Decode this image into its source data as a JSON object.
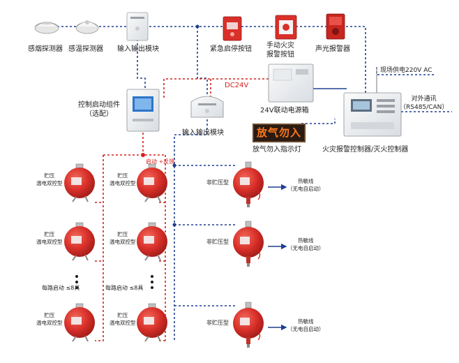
{
  "colors": {
    "bus_blue": "#1f3f8f",
    "signal_red": "#d4201f",
    "cylinder_red": "#d9302a",
    "led_text": "#ff7a1a"
  },
  "devices": {
    "smoke_detector": "感烟探测器",
    "heat_detector": "感温探测器",
    "io_module_top": "输入输出模块",
    "emergency_stop": "紧急启停按钮",
    "manual_alarm": [
      "手动火灾",
      "报警按钮"
    ],
    "sound_light_alarm": "声光报警器",
    "control_start_assembly": [
      "控制启动组件",
      "（选配）"
    ],
    "dc24v_label": "DC24V",
    "power_box": "24V联动电源箱",
    "io_module_mid": "输入输出模块",
    "site_power": "现场供电220V  AC",
    "external_comm": [
      "对外通讯",
      "（RS485/CAN）"
    ],
    "gas_release_sign_text": "放气勿入",
    "gas_release_sign_label": "放气勿入指示灯",
    "controller": "火灾报警控制器/灭火控制器"
  },
  "start_feedback": "启动 +反馈",
  "stored_pressure": {
    "label_line1": "贮压",
    "label_line2": "温电双控型",
    "per_circuit": "每路启动 ≤8具"
  },
  "non_stored": {
    "label": "非贮压型",
    "heat_cable_line1": "热敏线",
    "heat_cable_line2": "（无电自启动）"
  }
}
